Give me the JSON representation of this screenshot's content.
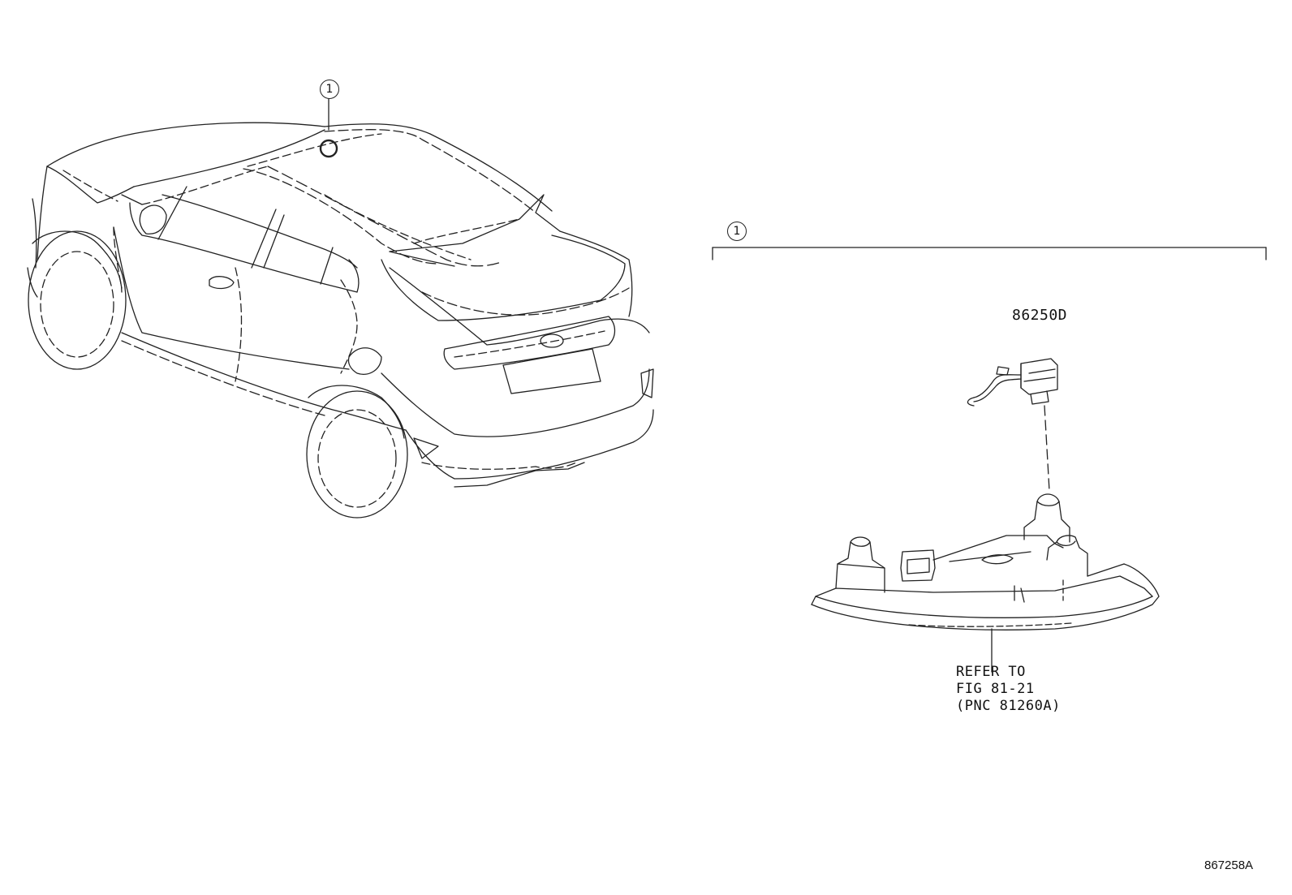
{
  "callouts": {
    "car_marker": "1",
    "group_marker": "1"
  },
  "parts": {
    "part_number": "86250D"
  },
  "reference_note": {
    "line1": "REFER TO",
    "line2": "FIG 81-21",
    "line3": "(PNC 81260A)"
  },
  "figure_id": "867258A",
  "icons": [
    "vehicle-outline-drawing",
    "location-marker-icon",
    "lamp-housing-drawing",
    "connector-module-drawing"
  ],
  "colors": {
    "line": "#222222",
    "background": "#ffffff"
  }
}
